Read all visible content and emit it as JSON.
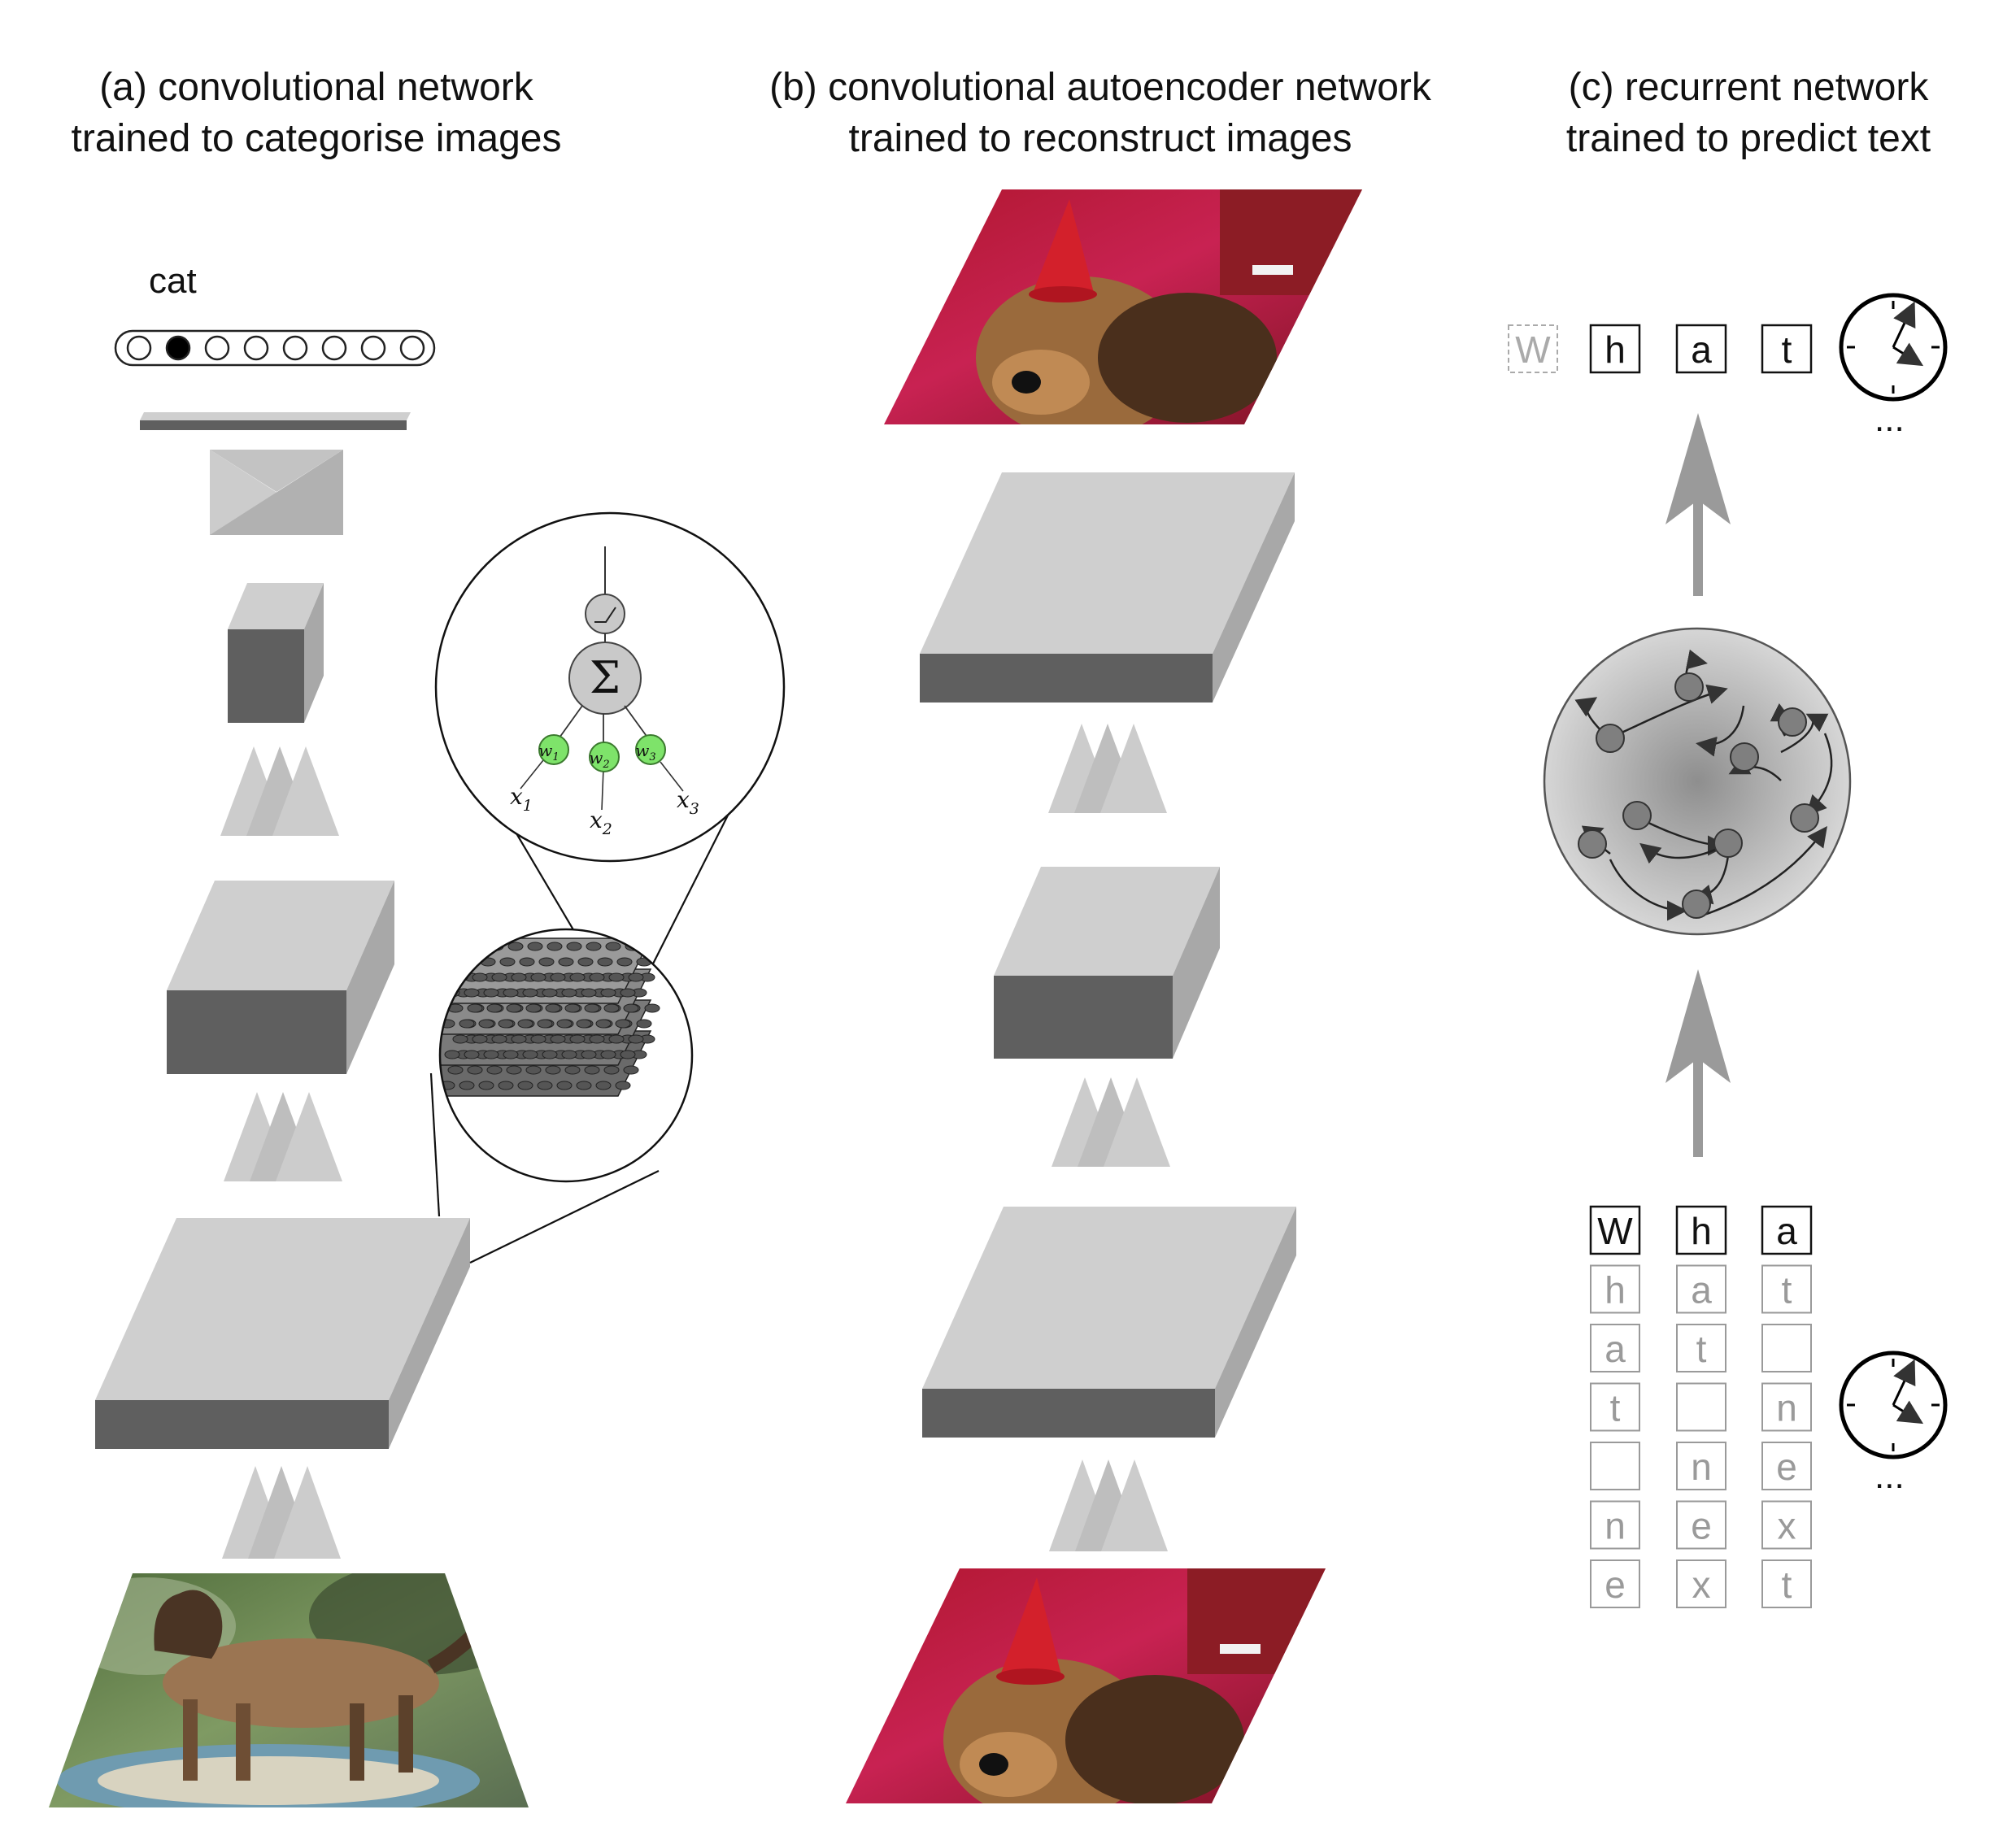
{
  "panels": {
    "a": {
      "title_line1": "(a) convolutional network",
      "title_line2": "trained to categorise images",
      "output_label": "cat",
      "neuron": {
        "sum_symbol": "Σ",
        "weights": [
          "w",
          "w",
          "w"
        ],
        "weight_subscripts": [
          "1",
          "2",
          "3"
        ],
        "inputs": [
          "x",
          "x",
          "x"
        ],
        "input_subscripts": [
          "1",
          "2",
          "3"
        ]
      },
      "input_image": "photo of a Siamese cat",
      "colors": {
        "front_face": "#5f5f5f",
        "top_face": "#cfcfcf",
        "side_face": "#a8a8a8",
        "weight_node": "#7ee36a"
      }
    },
    "b": {
      "title_line1": "(b) convolutional autoencoder network",
      "title_line2": "trained to reconstruct images",
      "input_image": "photo of a dog wearing a red party hat",
      "output_image": "photo of a dog wearing a red party hat"
    },
    "c": {
      "title_line1": "(c) recurrent network",
      "title_line2": "trained to predict text",
      "output_chars": [
        "W",
        "h",
        "a",
        "t"
      ],
      "input_columns": [
        [
          "W",
          "h",
          "a",
          "t",
          "",
          "n",
          "e"
        ],
        [
          "h",
          "a",
          "t",
          "",
          "n",
          "e",
          "x"
        ],
        [
          "a",
          "t",
          "",
          "n",
          "e",
          "x",
          "t"
        ]
      ],
      "ellipsis": "...",
      "icons": [
        "clock-icon",
        "clock-icon",
        "arrow-up-icon",
        "arrow-up-icon"
      ]
    }
  }
}
